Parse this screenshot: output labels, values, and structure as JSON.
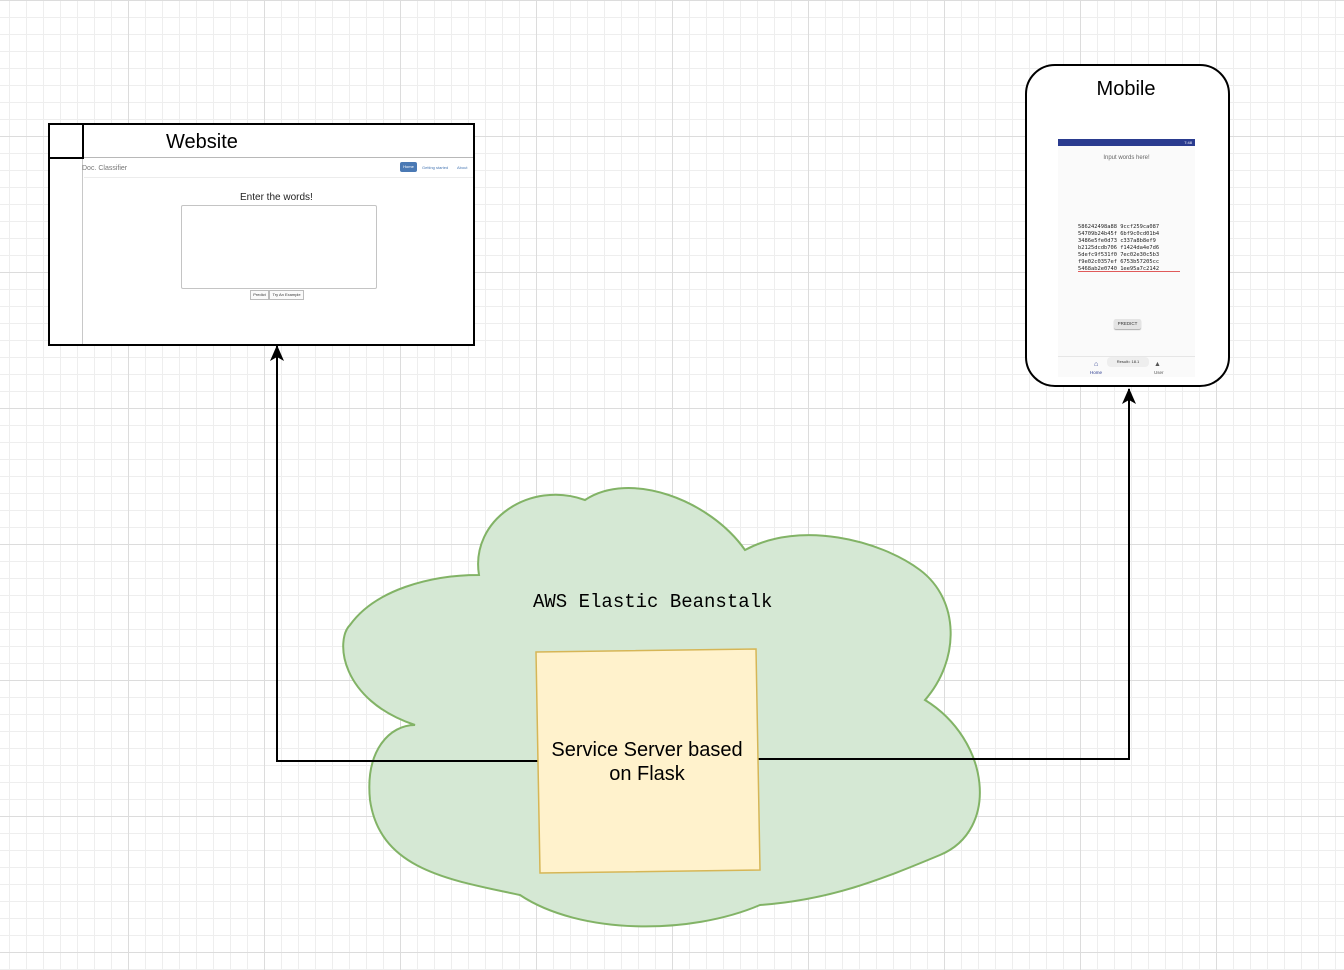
{
  "website": {
    "title": "Website",
    "brand": "Doc. Classifier",
    "nav": {
      "home": "Home",
      "getting_started": "Getting started",
      "about": "About"
    },
    "heading": "Enter the words!",
    "predict_button": "Predict",
    "example_button": "Try An Example"
  },
  "mobile": {
    "title": "Mobile",
    "status_time": "7:48",
    "input_hint": "Input words here!",
    "input_text": "586242498a88 9ccf259ca087\n54709b24b45f 6bf9c0cd01b4\n3486e5fe0d73 c337a8b8ef9\nb2125dcdb706 f1424da4e7d6\n5defc9f531f0 7ec02e30c5b3\nf9e02c0357ef 6753b57205cc\n5468ab2e0740 1ee95a7c2142",
    "predict_button": "PREDICT",
    "result_text": "Result= 18.1",
    "nav_home": "Home",
    "nav_user": "User"
  },
  "cloud": {
    "label": "AWS Elastic Beanstalk",
    "fill": "#d5e8d4",
    "stroke": "#82b366"
  },
  "server": {
    "label": "Service Server based on Flask",
    "fill": "#fff2cc",
    "stroke": "#d6b656"
  }
}
